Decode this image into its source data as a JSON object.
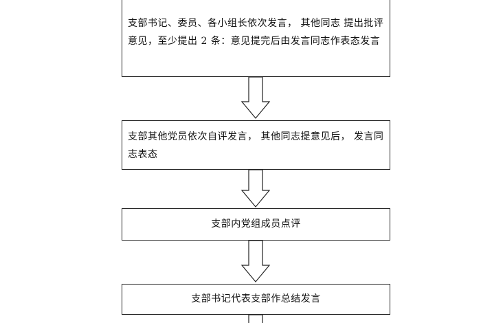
{
  "flowchart": {
    "steps": [
      {
        "id": "step-1",
        "text": "支部书记、委员、各小组长依次发言， 其他同志 提出批评意见，至少提出 2 条：意见提完后由发言同志作表态发言"
      },
      {
        "id": "step-2",
        "text": "支部其他党员依次自评发言， 其他同志提意见后， 发言同志表态"
      },
      {
        "id": "step-3",
        "text": "支部内党组成员点评"
      },
      {
        "id": "step-4",
        "text": "支部书记代表支部作总结发言"
      }
    ]
  },
  "colors": {
    "line": "#222222",
    "background": "#ffffff"
  }
}
